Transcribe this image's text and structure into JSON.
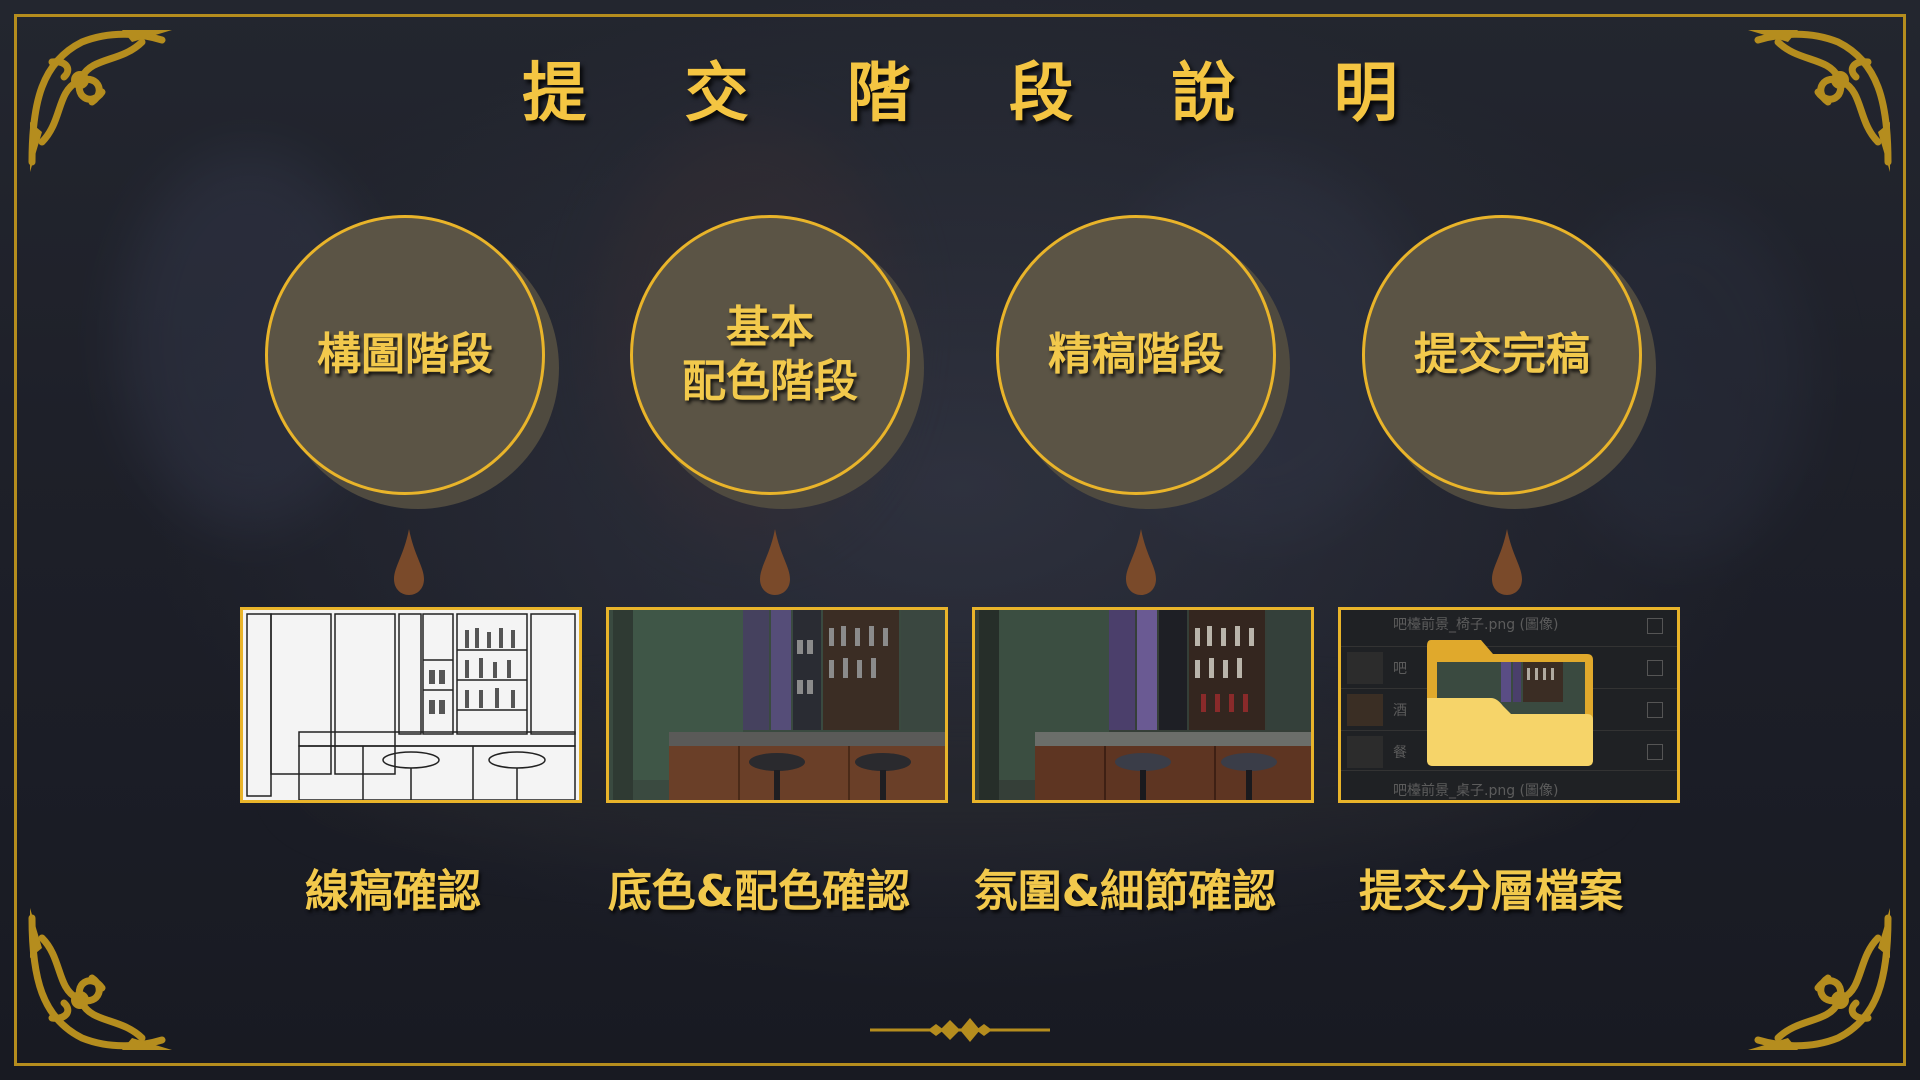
{
  "title": "提 交 階 段 說 明",
  "colors": {
    "gold": "#e9b42a",
    "text_gold": "#f2c94c",
    "frame": "#b58d1e",
    "circle_fill": "#5b5445",
    "drop": "#7a4a2a",
    "background": "#1c1f2a"
  },
  "stages": [
    {
      "circle_label": "構圖階段",
      "caption": "線稿確認",
      "thumbnail": "lineart-bar-sketch"
    },
    {
      "circle_label": "基本\n配色階段",
      "caption": "底色&配色確認",
      "thumbnail": "flat-color-bar"
    },
    {
      "circle_label": "精稿階段",
      "caption": "氛圍&細節確認",
      "thumbnail": "detailed-bar-render"
    },
    {
      "circle_label": "提交完稿",
      "caption": "提交分層檔案",
      "thumbnail": "folder-icon-layers"
    }
  ],
  "layer_panel": {
    "row1": "吧檯前景_椅子.png (圖像)",
    "row2": "吧",
    "row3": "酒",
    "row4": "餐",
    "row5": "吧檯前景_桌子.png (圖像)"
  },
  "icons": [
    "corner-ornament-icon",
    "drop-icon",
    "folder-icon",
    "divider-ornament-icon"
  ]
}
